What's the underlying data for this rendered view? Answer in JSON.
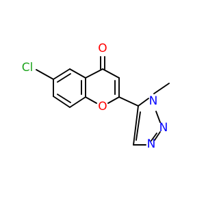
{
  "molecule": {
    "atoms": {
      "chlorine": {
        "text": "Cl",
        "color": "#1fa51f"
      },
      "carbonyl_oxygen": {
        "text": "O",
        "color": "#ff0000"
      },
      "ring_oxygen": {
        "text": "O",
        "color": "#ff0000"
      },
      "triazole_n1": {
        "text": "N",
        "color": "#0000ff"
      },
      "triazole_n2": {
        "text": "N",
        "color": "#0000ff"
      },
      "triazole_n3": {
        "text": "N",
        "color": "#0000ff"
      }
    },
    "bond_color": "#000000"
  }
}
